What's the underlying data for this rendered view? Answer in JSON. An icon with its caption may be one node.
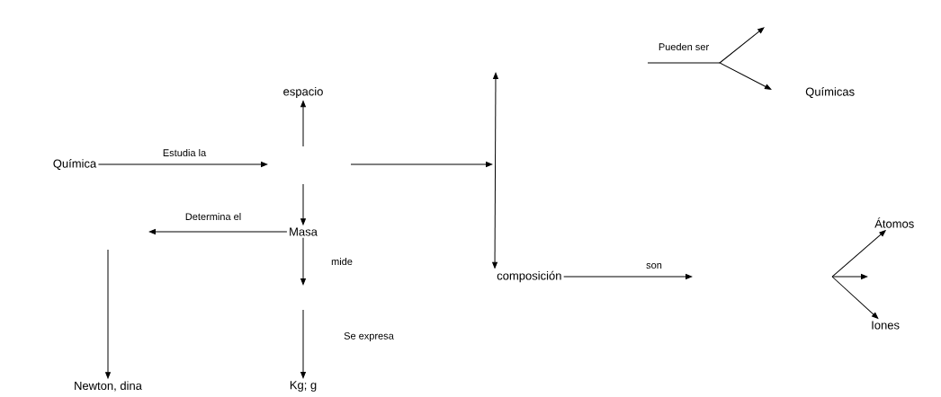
{
  "diagram": {
    "nodes": [
      {
        "text": [
          "Química"
        ]
      },
      {
        "text": [
          "espacio"
        ]
      },
      {
        "text": [
          "Masa"
        ]
      },
      {
        "text": [
          "Newton, dina"
        ]
      },
      {
        "text": [
          "Kg; g"
        ]
      },
      {
        "text": [
          "composición"
        ]
      },
      {
        "text": [
          "Químicas"
        ]
      },
      {
        "text": [
          "Átomos"
        ]
      },
      {
        "text": [
          "Iones"
        ]
      }
    ],
    "edges": [
      {
        "from": 0,
        "to": null,
        "arrow": "to",
        "label": "Estudia la"
      },
      {
        "from": null,
        "to": 1,
        "arrow": "to"
      },
      {
        "from": null,
        "to": 2,
        "arrow": "to"
      },
      {
        "from": null,
        "to": 5,
        "arrow": "both"
      },
      {
        "from": 2,
        "to": null,
        "arrow": "to",
        "label": "Determina el"
      },
      {
        "from": null,
        "to": 3,
        "arrow": "to"
      },
      {
        "from": 2,
        "to": null,
        "arrow": "to",
        "label": "mide"
      },
      {
        "from": null,
        "to": 4,
        "arrow": "to",
        "label": "Se expresa"
      },
      {
        "from": 5,
        "to": null,
        "arrow": "to",
        "label": "son"
      },
      {
        "from": null,
        "to": 7,
        "arrow": "to"
      },
      {
        "from": null,
        "to": 8,
        "arrow": "to"
      }
    ],
    "labels": [
      "Pueden ser"
    ]
  }
}
